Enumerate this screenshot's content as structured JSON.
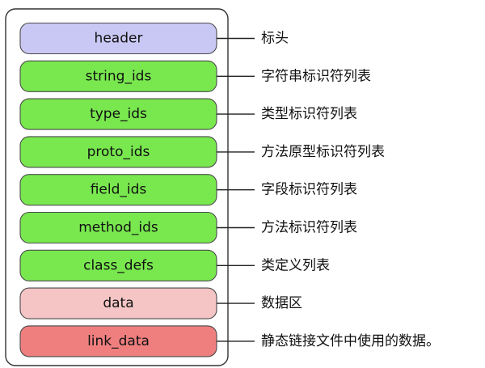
{
  "colors": {
    "header": "#c9c8f4",
    "ids": "#79e84f",
    "data": "#f5c4c4",
    "link_data": "#ef7f7f"
  },
  "sections": [
    {
      "id": "header",
      "label": "header",
      "description": "标头",
      "color_key": "header"
    },
    {
      "id": "string-ids",
      "label": "string_ids",
      "description": "字符串标识符列表",
      "color_key": "ids"
    },
    {
      "id": "type-ids",
      "label": "type_ids",
      "description": "类型标识符列表",
      "color_key": "ids"
    },
    {
      "id": "proto-ids",
      "label": "proto_ids",
      "description": "方法原型标识符列表",
      "color_key": "ids"
    },
    {
      "id": "field-ids",
      "label": "field_ids",
      "description": "字段标识符列表",
      "color_key": "ids"
    },
    {
      "id": "method-ids",
      "label": "method_ids",
      "description": "方法标识符列表",
      "color_key": "ids"
    },
    {
      "id": "class-defs",
      "label": "class_defs",
      "description": "类定义列表",
      "color_key": "ids"
    },
    {
      "id": "data",
      "label": "data",
      "description": "数据区",
      "color_key": "data"
    },
    {
      "id": "link-data",
      "label": "link_data",
      "description": "静态链接文件中使用的数据。",
      "color_key": "link_data"
    }
  ]
}
